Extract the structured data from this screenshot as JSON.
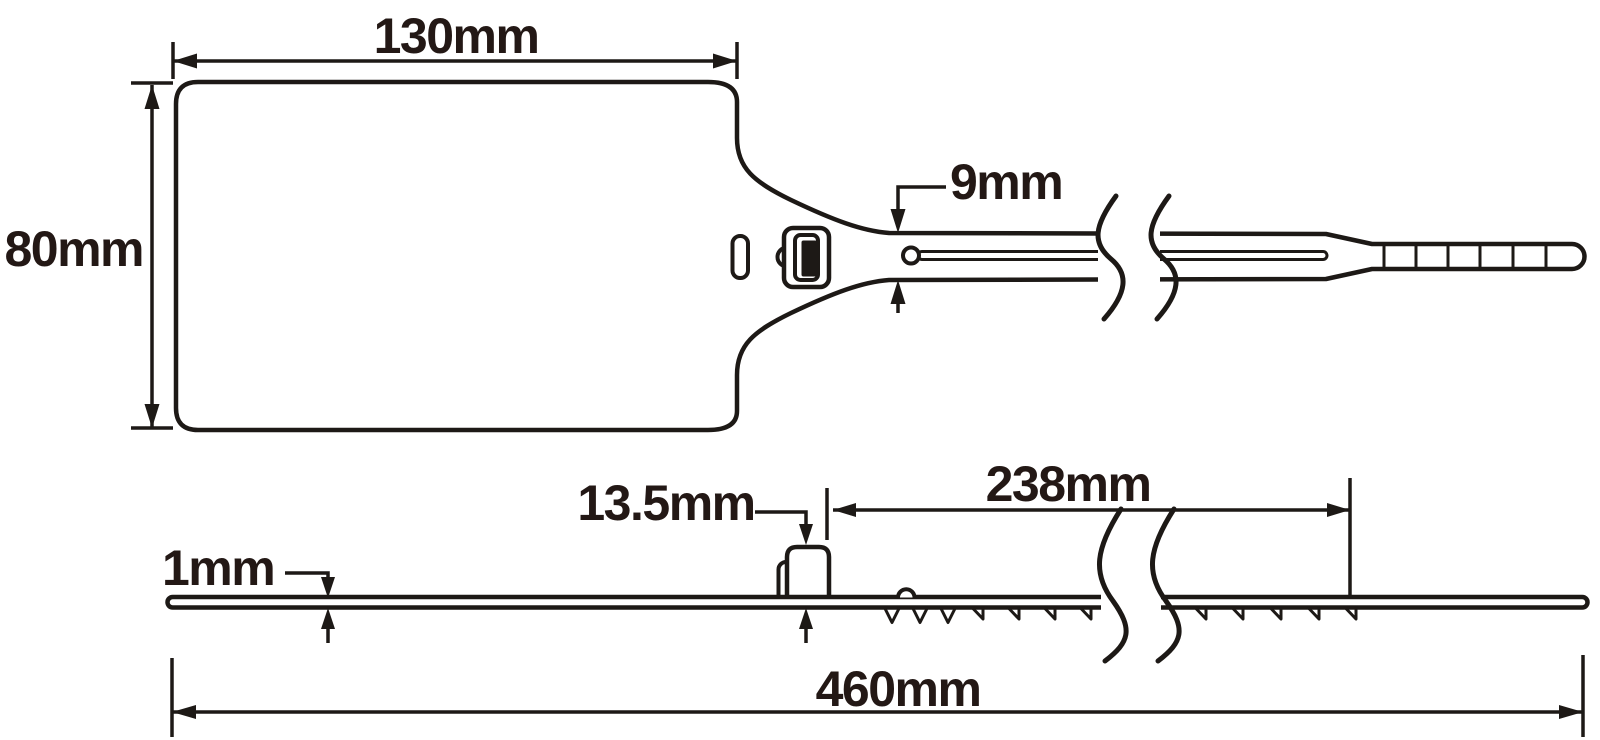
{
  "drawing": {
    "background_color": "#ffffff",
    "line_color": "#1d1916",
    "text_color": "#231815",
    "top_view": {
      "dim_tag_width": "130mm",
      "dim_tag_height": "80mm",
      "dim_strap_width": "9mm"
    },
    "side_view": {
      "dim_thickness": "1mm",
      "dim_lock_height": "13.5mm",
      "dim_serration_length": "238mm",
      "dim_total_length": "460mm"
    }
  }
}
